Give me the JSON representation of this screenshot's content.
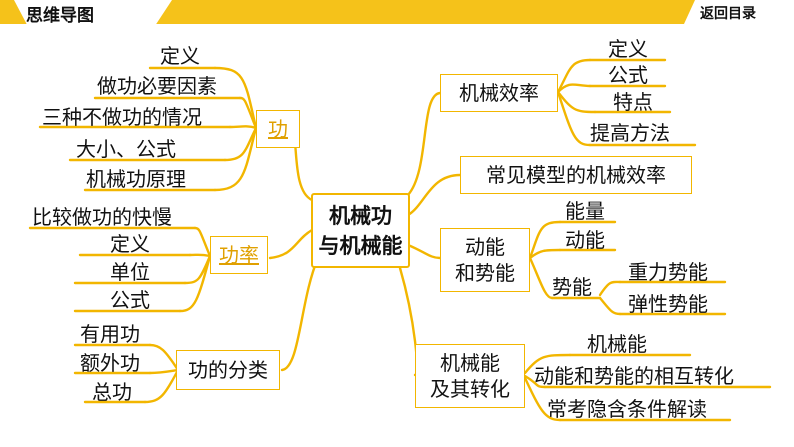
{
  "header": {
    "title": "思维导图",
    "back_label": "返回目录"
  },
  "colors": {
    "accent": "#f5c21a",
    "line": "#f2b600",
    "link": "#e0a000"
  },
  "mindmap": {
    "center": [
      "机械功",
      "与机械能"
    ],
    "left": {
      "work": {
        "label": "功",
        "items": [
          "定义",
          "做功必要因素",
          "三种不做功的情况",
          "大小、公式",
          "机械功原理"
        ]
      },
      "power": {
        "label": "功率",
        "items": [
          "比较做功的快慢",
          "定义",
          "单位",
          "公式"
        ]
      },
      "types": {
        "label": "功的分类",
        "items": [
          "有用功",
          "额外功",
          "总功"
        ]
      }
    },
    "right": {
      "efficiency": {
        "label": "机械效率",
        "items": [
          "定义",
          "公式",
          "特点",
          "提高方法"
        ]
      },
      "models": {
        "label": "常见模型的机械效率"
      },
      "energy": {
        "label": [
          "动能",
          "和势能"
        ],
        "items": [
          "能量",
          "动能"
        ],
        "potential": {
          "label": "势能",
          "items": [
            "重力势能",
            "弹性势能"
          ]
        }
      },
      "conversion": {
        "label": [
          "机械能",
          "及其转化"
        ],
        "items": [
          "机械能",
          "动能和势能的相互转化",
          "常考隐含条件解读"
        ]
      }
    }
  }
}
